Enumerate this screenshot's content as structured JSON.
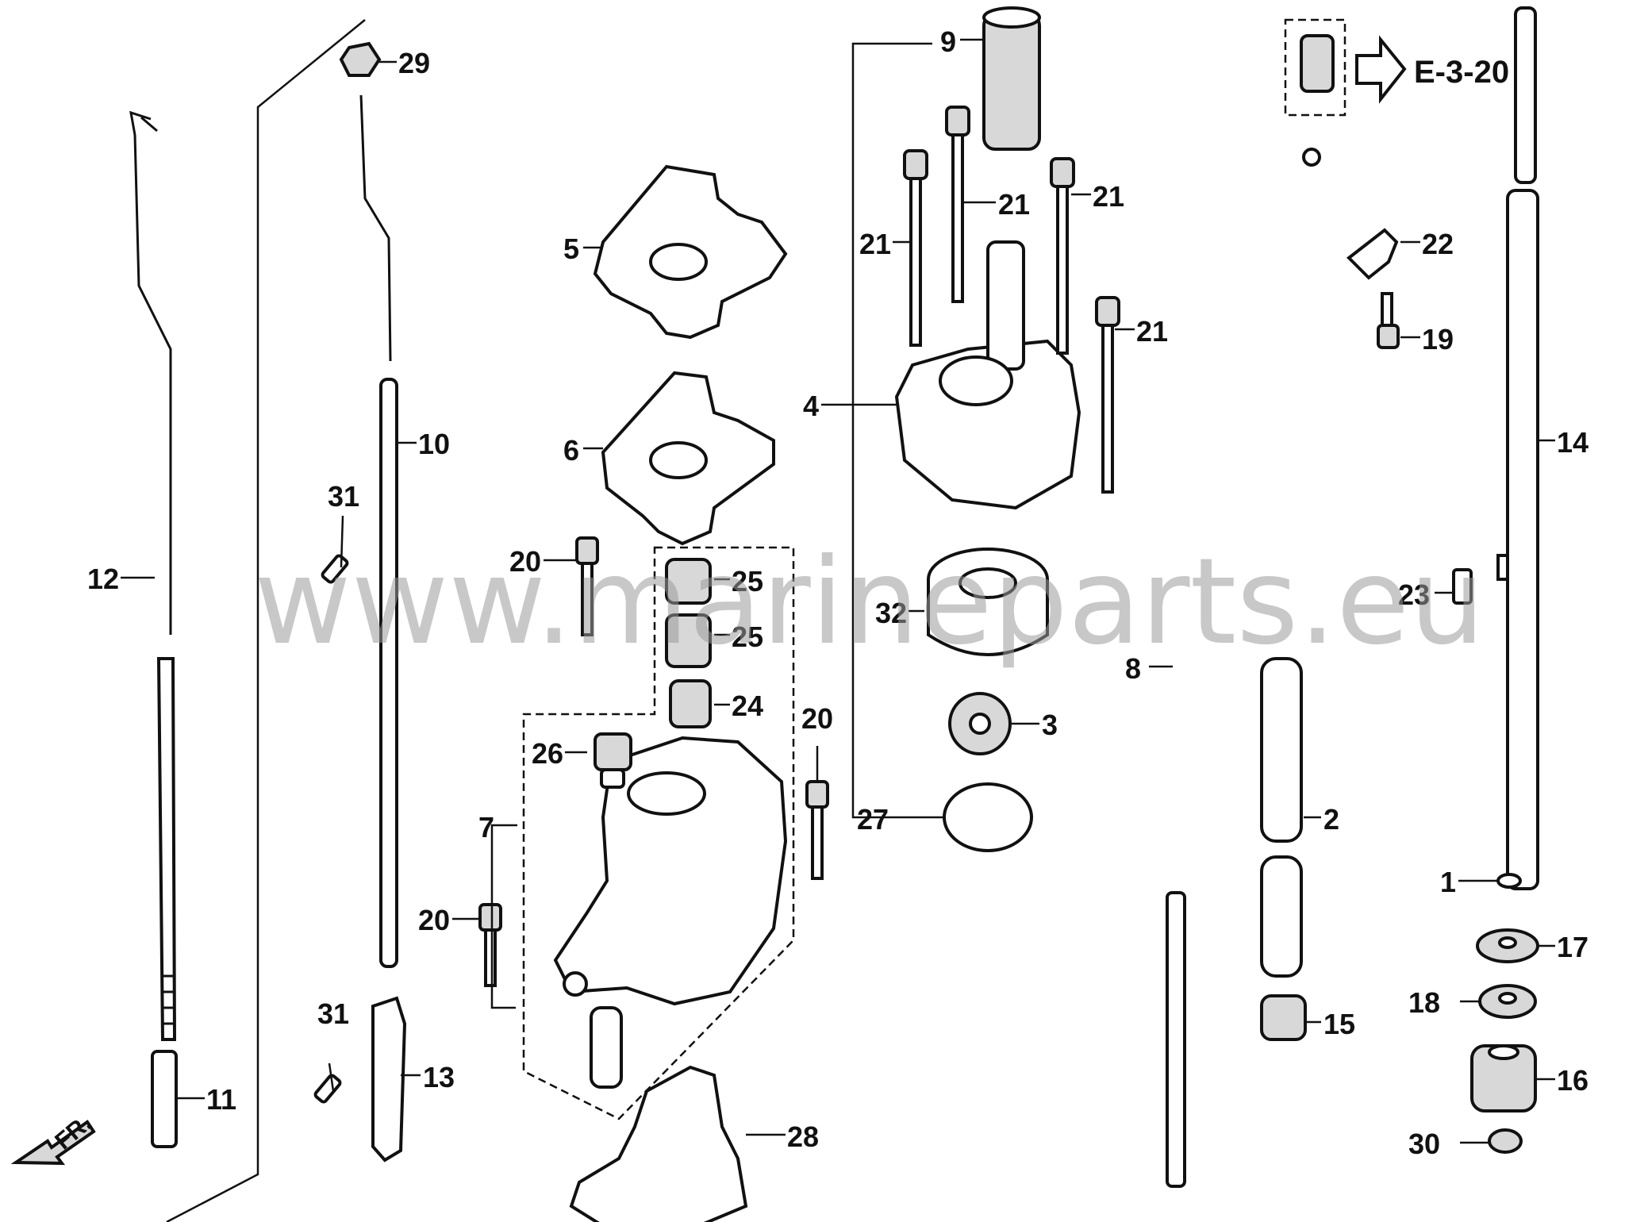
{
  "callouts": {
    "c1": "1",
    "c2": "2",
    "c3": "3",
    "c4": "4",
    "c5": "5",
    "c6": "6",
    "c7": "7",
    "c8": "8",
    "c9": "9",
    "c10": "10",
    "c11": "11",
    "c12": "12",
    "c13": "13",
    "c14": "14",
    "c15": "15",
    "c16": "16",
    "c17": "17",
    "c18": "18",
    "c19": "19",
    "c20a": "20",
    "c20b": "20",
    "c20c": "20",
    "c21a": "21",
    "c21b": "21",
    "c21c": "21",
    "c21d": "21",
    "c22": "22",
    "c23": "23",
    "c24": "24",
    "c25a": "25",
    "c25b": "25",
    "c26": "26",
    "c27": "27",
    "c28": "28",
    "c29": "29",
    "c30": "30",
    "c31a": "31",
    "c31b": "31",
    "c32": "32"
  },
  "reference": "E-3-20",
  "direction_label": "FR.",
  "watermark": "www.marineparts.eu"
}
